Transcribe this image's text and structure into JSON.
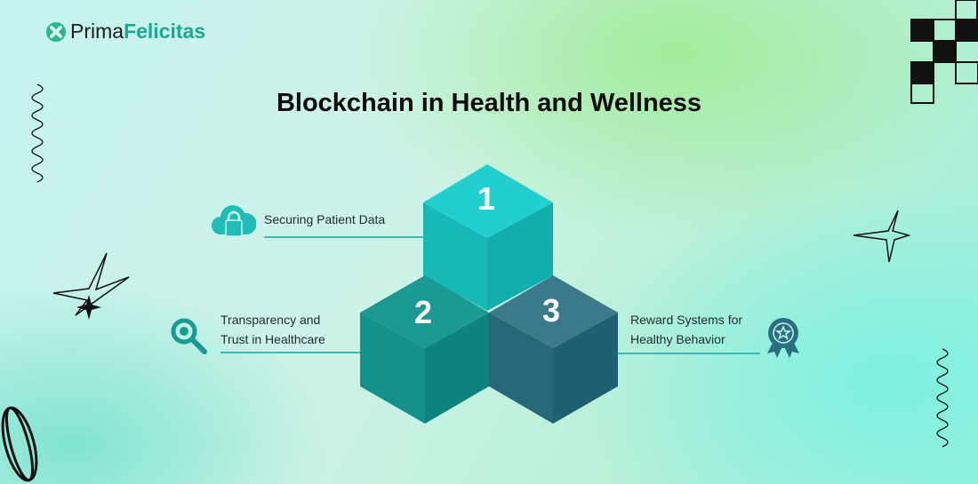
{
  "brand": {
    "part1": "Prima",
    "part2": "Felicitas"
  },
  "title": "Blockchain in Health and Wellness",
  "items": [
    {
      "number": "1",
      "label": "Securing Patient Data",
      "icon": "cloud-lock-icon"
    },
    {
      "number": "2",
      "label_line1": "Transparency and",
      "label_line2": "Trust in Healthcare",
      "icon": "magnifier-icon"
    },
    {
      "number": "3",
      "label_line1": "Reward Systems for",
      "label_line2": "Healthy Behavior",
      "icon": "award-badge-icon"
    }
  ],
  "colors": {
    "accent": "#1fbcb8",
    "cube1_top": "#22cfcf",
    "cube2_top": "#1a9a91",
    "cube3_top": "#3a7a8a"
  }
}
